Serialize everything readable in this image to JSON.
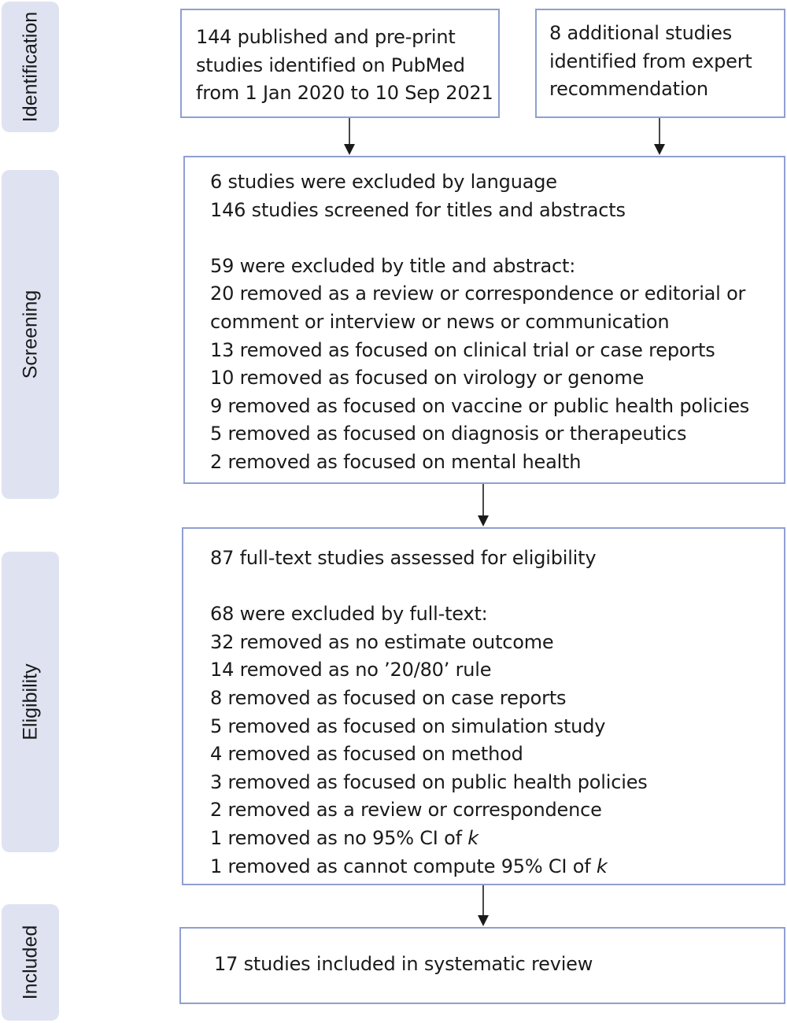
{
  "stages": {
    "identification": "Identification",
    "screening": "Screening",
    "eligibility": "Eligibility",
    "included": "Included"
  },
  "boxes": {
    "pubmed": {
      "lines": [
        "144 published and pre-print",
        "studies identified on PubMed",
        "from 1 Jan 2020 to 10 Sep 2021"
      ]
    },
    "expert": {
      "lines": [
        "8 additional studies",
        "identified from expert",
        "recommendation"
      ]
    },
    "screening": {
      "header_lines": [
        "6 studies were excluded by language",
        "146 studies screened for titles and abstracts"
      ],
      "excluded_heading": "59 were excluded by title and abstract:",
      "reasons": [
        "20 removed as a review or correspondence or editorial or",
        "comment or interview or news or communication",
        "13 removed as focused on clinical trial or case reports",
        "10 removed as focused on virology or genome",
        "9 removed as focused on vaccine or public health policies",
        "5 removed as focused on diagnosis or therapeutics",
        "2 removed as focused on mental health"
      ]
    },
    "eligibility": {
      "header": "87 full-text studies assessed for eligibility",
      "excluded_heading": "68 were excluded by full-text:",
      "reasons": [
        "32 removed as no estimate outcome",
        "14 removed as no ’20/80’ rule",
        "8 removed as focused on case reports",
        "5 removed as focused on simulation study",
        "4 removed as focused on method",
        "3 removed as focused on public health policies",
        "2 removed as a review or correspondence"
      ],
      "ci_reason_1": "1 removed as no 95% CI of ",
      "ci_reason_2": "1 removed as cannot compute 95% CI of ",
      "k_symbol": "k"
    },
    "included": {
      "text": "17 studies included in systematic review"
    }
  },
  "colors": {
    "box_border": "#8f9fd2",
    "stage_fill": "#dfe3f1",
    "arrow": "#1a1a1a"
  }
}
